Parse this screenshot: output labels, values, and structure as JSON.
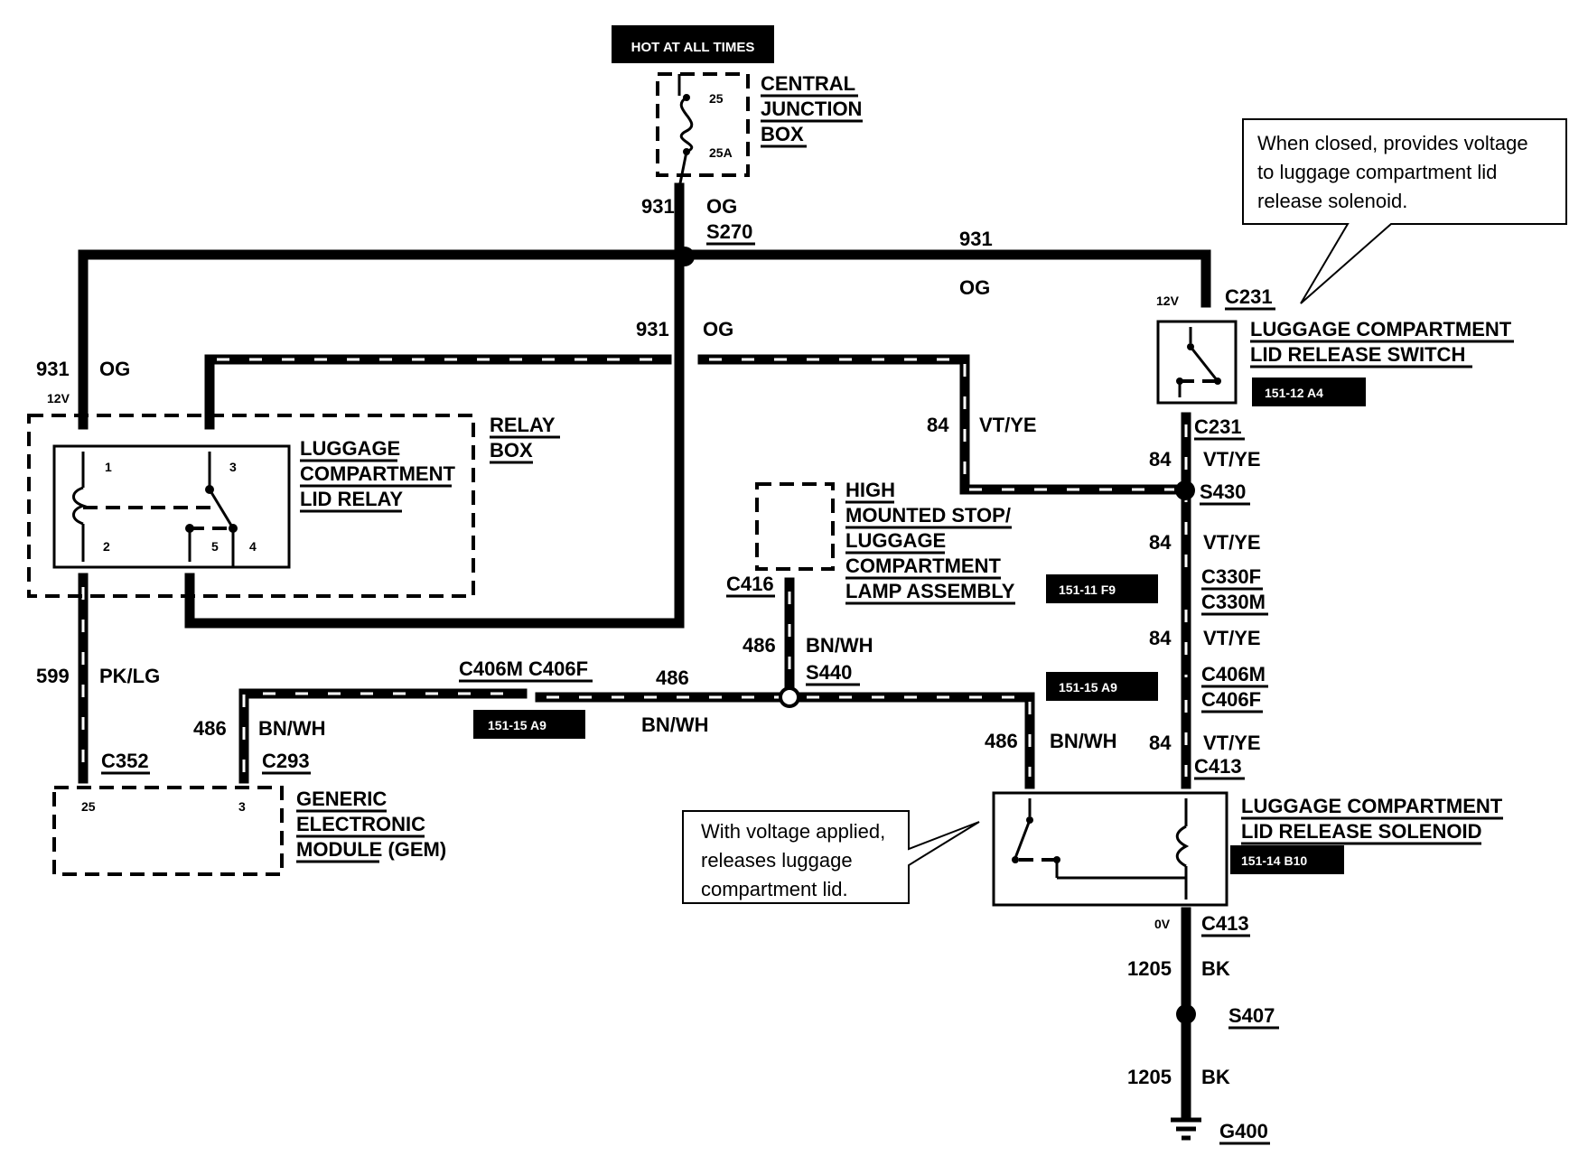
{
  "hot_label": "HOT AT ALL TIMES",
  "central_junction": {
    "line1": "CENTRAL",
    "line2": "JUNCTION",
    "line3": "BOX",
    "pin_top": "25",
    "pin_bottom": "25A"
  },
  "callouts": {
    "switch_note": [
      "When closed, provides voltage",
      "to luggage compartment lid",
      "release solenoid."
    ],
    "solenoid_note": [
      "With voltage applied,",
      "releases luggage",
      "compartment lid."
    ]
  },
  "components": {
    "relay_box": [
      "RELAY",
      "BOX"
    ],
    "relay": [
      "LUGGAGE",
      "COMPARTMENT",
      "LID RELAY"
    ],
    "relay_pins": [
      "1",
      "3",
      "2",
      "5",
      "4"
    ],
    "release_switch": [
      "LUGGAGE COMPARTMENT",
      "LID RELEASE SWITCH"
    ],
    "lamp": [
      "HIGH",
      "MOUNTED STOP/",
      "LUGGAGE",
      "COMPARTMENT",
      "LAMP ASSEMBLY"
    ],
    "gem": [
      "GENERIC",
      "ELECTRONIC",
      "MODULE (GEM)"
    ],
    "gem_pins": [
      "25",
      "3"
    ],
    "solenoid": [
      "LUGGAGE COMPARTMENT",
      "LID RELEASE SOLENOID"
    ]
  },
  "badges": [
    "151-12 A4",
    "151-11 F9",
    "151-15 A9",
    "151-15 A9",
    "151-14 B10"
  ],
  "connectors": [
    "C231",
    "C231",
    "C330F",
    "C330M",
    "C406M",
    "C406F",
    "C413",
    "C413",
    "C416",
    "C352",
    "C293",
    "C406M C406F"
  ],
  "splices": [
    "S270",
    "S430",
    "S440",
    "S407"
  ],
  "ground": "G400",
  "voltages": [
    "12V",
    "12V",
    "0V"
  ],
  "wires": {
    "n931": "931",
    "og": "OG",
    "n84": "84",
    "vtye": "VT/YE",
    "n486": "486",
    "bnwh": "BN/WH",
    "n599": "599",
    "pklg": "PK/LG",
    "n1205": "1205",
    "bk": "BK"
  }
}
